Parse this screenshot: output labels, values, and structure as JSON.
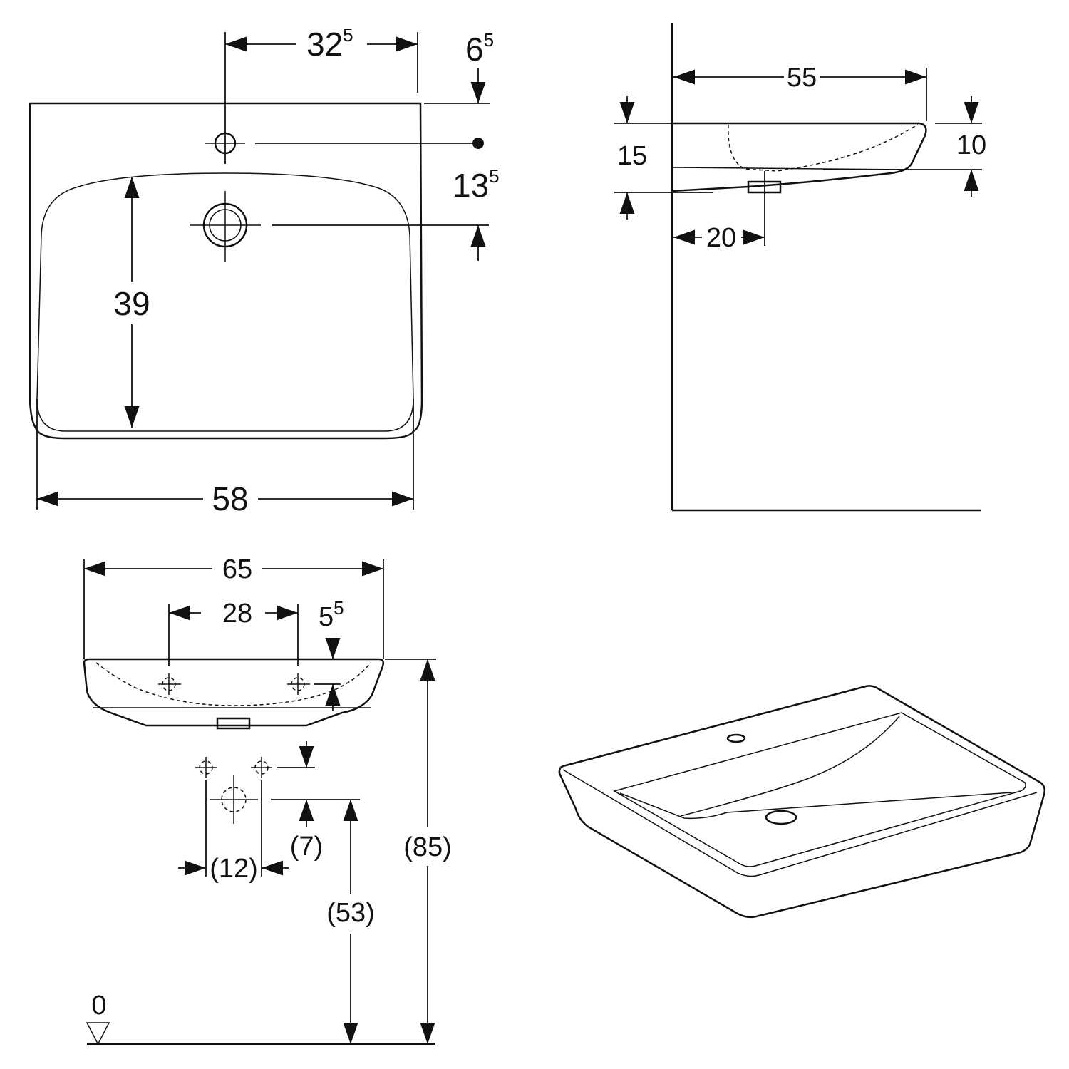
{
  "colors": {
    "line": "#111111",
    "background": "#ffffff"
  },
  "top_view": {
    "tap_offset": {
      "main": "32",
      "sup": "5"
    },
    "tap_from_wall": {
      "main": "6",
      "sup": "5"
    },
    "drain_from_tap": {
      "main": "13",
      "sup": "5"
    },
    "bowl_depth": "39",
    "width": "58"
  },
  "side_view": {
    "projection": "55",
    "height": "15",
    "rim": "10",
    "drain_from_wall": "20"
  },
  "front_view": {
    "overall_width": "65",
    "bolt_spacing": "28",
    "bolt_drop": {
      "main": "5",
      "sup": "5"
    },
    "supply_drop": "(7)",
    "supply_spacing": "(12)",
    "supply_height": "(53)",
    "rim_height": "(85)",
    "floor_level": "0"
  }
}
